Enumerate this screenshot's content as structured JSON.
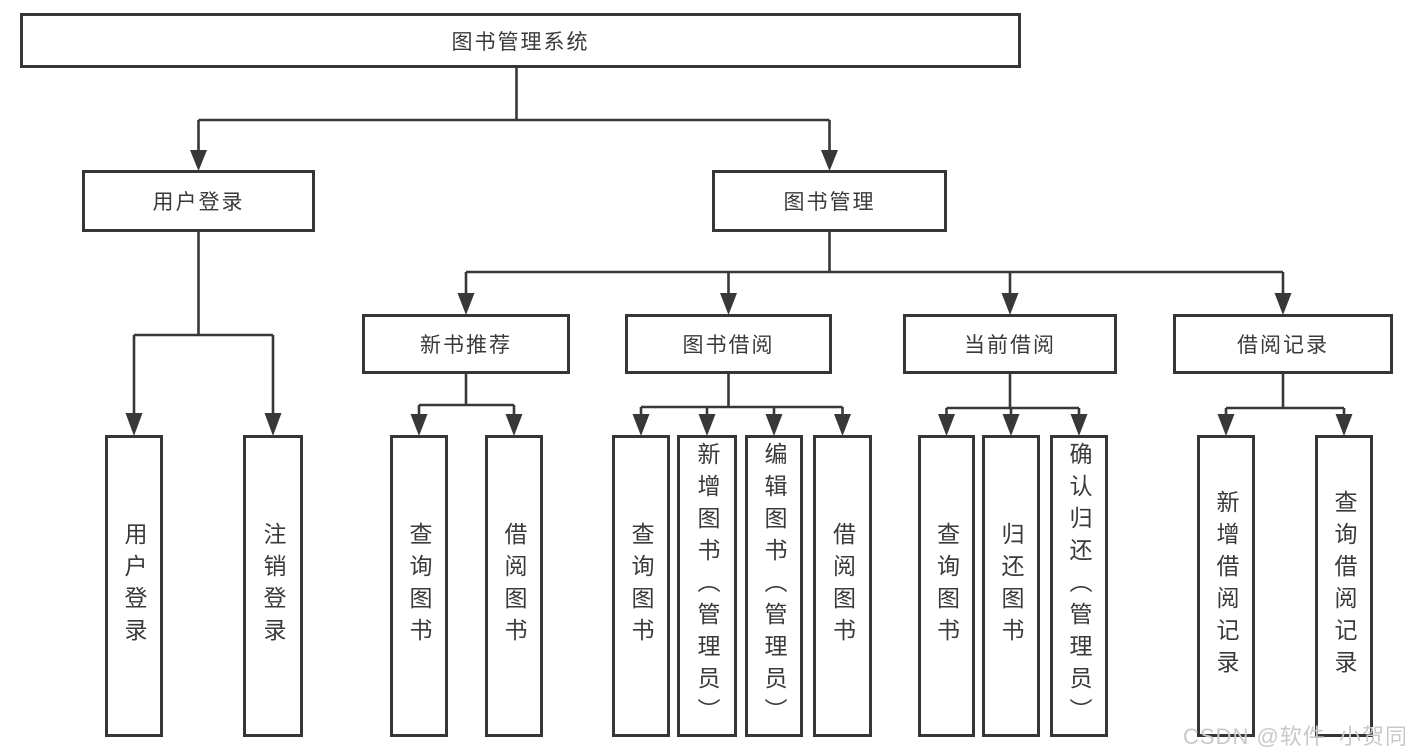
{
  "org_chart": {
    "root": {
      "label": "图书管理系统"
    },
    "level2": [
      {
        "label": "用户登录"
      },
      {
        "label": "图书管理"
      }
    ],
    "level3": [
      {
        "parent": "图书管理",
        "label": "新书推荐"
      },
      {
        "parent": "图书管理",
        "label": "图书借阅"
      },
      {
        "parent": "图书管理",
        "label": "当前借阅"
      },
      {
        "parent": "图书管理",
        "label": "借阅记录"
      }
    ],
    "leaves": [
      {
        "parent": "用户登录",
        "label": "用户登录"
      },
      {
        "parent": "用户登录",
        "label": "注销登录"
      },
      {
        "parent": "新书推荐",
        "label": "查询图书"
      },
      {
        "parent": "新书推荐",
        "label": "借阅图书"
      },
      {
        "parent": "图书借阅",
        "label": "查询图书"
      },
      {
        "parent": "图书借阅",
        "label": "新增图书（管理员）"
      },
      {
        "parent": "图书借阅",
        "label": "编辑图书（管理员）"
      },
      {
        "parent": "图书借阅",
        "label": "借阅图书"
      },
      {
        "parent": "当前借阅",
        "label": "查询图书"
      },
      {
        "parent": "当前借阅",
        "label": "归还图书"
      },
      {
        "parent": "当前借阅",
        "label": "确认归还（管理员）"
      },
      {
        "parent": "借阅记录",
        "label": "新增借阅记录"
      },
      {
        "parent": "借阅记录",
        "label": "查询借阅记录"
      }
    ]
  },
  "colors": {
    "line": "#383838",
    "box_border": "#363636",
    "text": "#3a3a3a",
    "background": "#ffffff",
    "watermark": "#c9c9c9"
  },
  "watermark": {
    "text": "CSDN @软件_小贺同学"
  }
}
